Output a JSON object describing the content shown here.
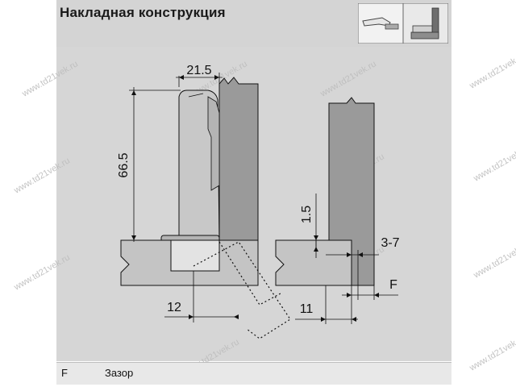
{
  "header": {
    "title": "Накладная конструкция"
  },
  "dimensions": {
    "width_top": "21.5",
    "height_left": "66.5",
    "gap_small": "1.5",
    "overlay_range": "3-7",
    "offset_left": "12",
    "offset_right": "11",
    "gap_label": "F"
  },
  "legend": {
    "key": "F",
    "value": "Зазор"
  },
  "watermark": {
    "text": "www.td21vek.ru"
  },
  "colors": {
    "background": "#d6d6d6",
    "cabinet_side": "#9a9a9a",
    "door": "#c4c4c4",
    "lines": "#111111"
  }
}
